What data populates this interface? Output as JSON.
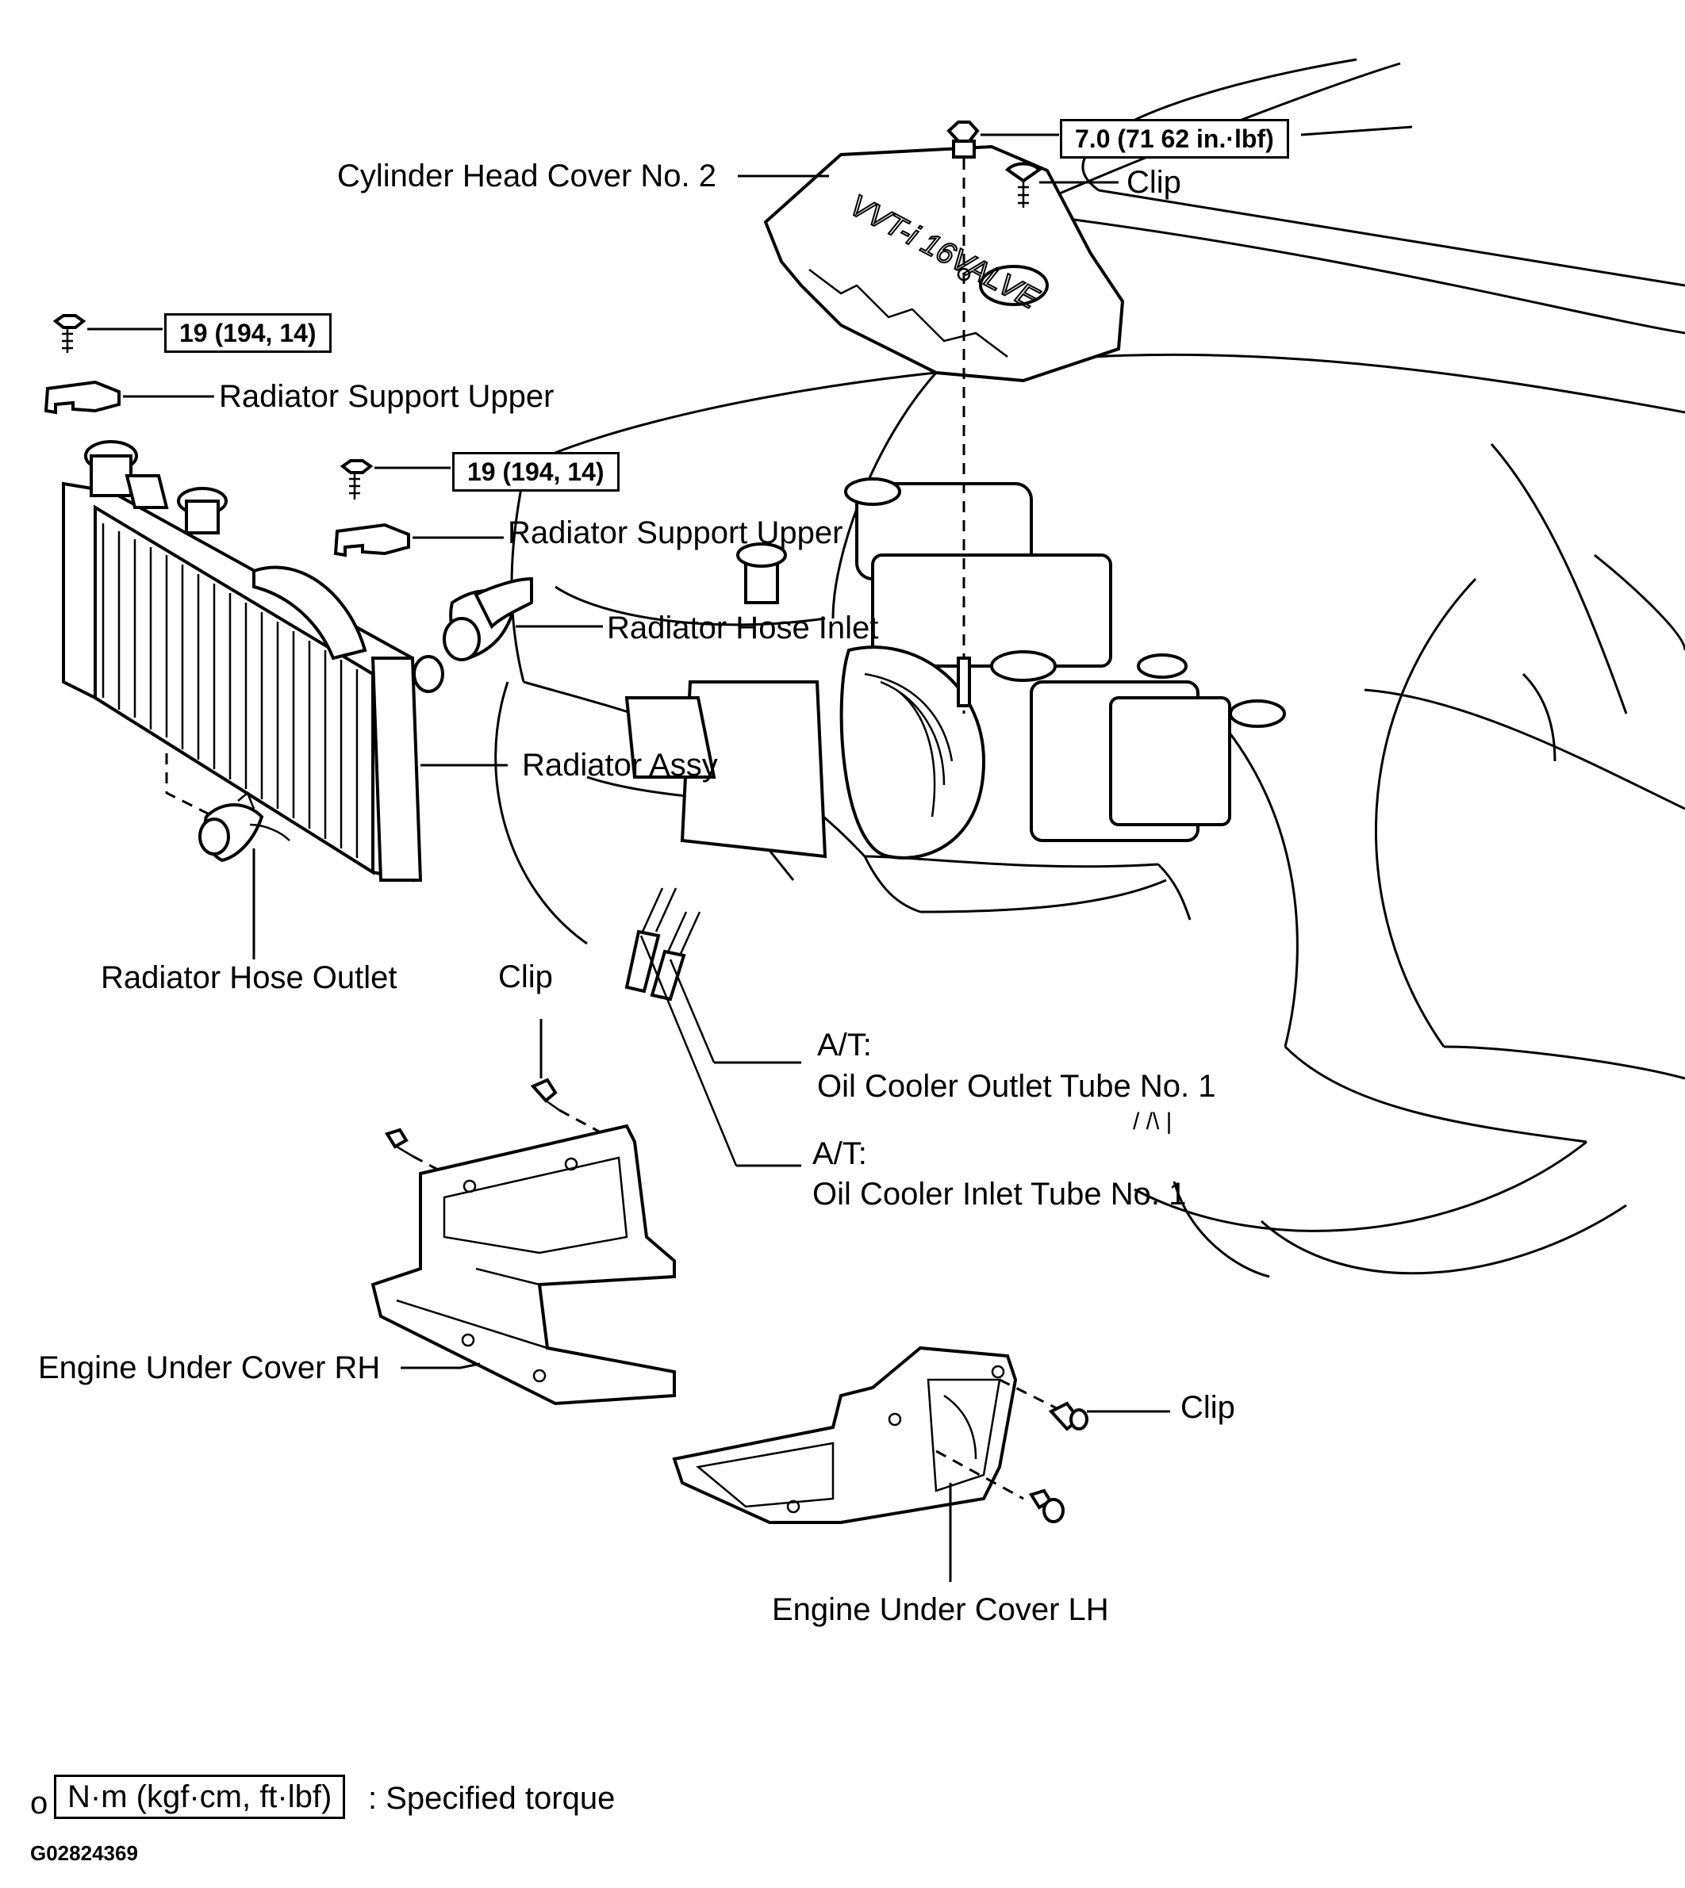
{
  "labels": {
    "cyl_head_cover": "Cylinder Head Cover No. 2",
    "clip_top": "Clip",
    "rad_support_upper_1": "Radiator Support Upper",
    "rad_support_upper_2": "Radiator Support Upper",
    "rad_hose_inlet": "Radiator Hose Inlet",
    "rad_assy": "Radiator Assy",
    "rad_hose_outlet": "Radiator Hose Outlet",
    "clip_mid": "Clip",
    "at_1": "A/T:",
    "oil_cooler_outlet": "Oil Cooler Outlet Tube No. 1",
    "at_2": "A/T:",
    "oil_cooler_inlet": "Oil Cooler Inlet Tube No. 1",
    "engine_under_rh": "Engine Under Cover RH",
    "clip_right": "Clip",
    "engine_under_lh": "Engine Under Cover LH",
    "stray_marks": "/ /\\    |"
  },
  "torques": {
    "cyl_cover": "7.0 (71 62 in.·lbf)",
    "support_1": "19 (194, 14)",
    "support_2": "19 (194, 14)"
  },
  "legend": {
    "prefix": "o",
    "box": "N·m (kgf·cm, ft·lbf)",
    "text": ": Specified torque"
  },
  "figure_id": "G02824369",
  "cover_emboss": "VVT-i  16VALVE"
}
